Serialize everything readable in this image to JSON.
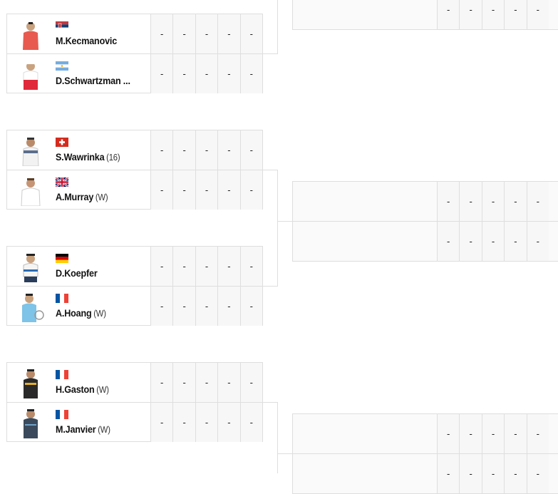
{
  "score_placeholder": "-",
  "matches": [
    {
      "players": [
        {
          "name": "M.Kecmanovic",
          "suffix": "",
          "flag": "serbia-flag",
          "scores": [
            "-",
            "-",
            "-",
            "-",
            "-"
          ]
        },
        {
          "name": "D.Schwartzman ...",
          "suffix": "",
          "flag": "argentina-flag",
          "scores": [
            "-",
            "-",
            "-",
            "-",
            "-"
          ]
        }
      ]
    },
    {
      "players": [
        {
          "name": "S.Wawrinka",
          "suffix": "(16)",
          "flag": "switzerland-flag",
          "scores": [
            "-",
            "-",
            "-",
            "-",
            "-"
          ]
        },
        {
          "name": "A.Murray",
          "suffix": "(W)",
          "flag": "great-britain-flag",
          "scores": [
            "-",
            "-",
            "-",
            "-",
            "-"
          ]
        }
      ]
    },
    {
      "players": [
        {
          "name": "D.Koepfer",
          "suffix": "",
          "flag": "germany-flag",
          "scores": [
            "-",
            "-",
            "-",
            "-",
            "-"
          ]
        },
        {
          "name": "A.Hoang",
          "suffix": "(W)",
          "flag": "france-flag",
          "scores": [
            "-",
            "-",
            "-",
            "-",
            "-"
          ]
        }
      ]
    },
    {
      "players": [
        {
          "name": "H.Gaston",
          "suffix": "(W)",
          "flag": "france-flag",
          "scores": [
            "-",
            "-",
            "-",
            "-",
            "-"
          ]
        },
        {
          "name": "M.Janvier",
          "suffix": "(W)",
          "flag": "france-flag",
          "scores": [
            "-",
            "-",
            "-",
            "-",
            "-"
          ]
        }
      ]
    }
  ],
  "next_round": [
    {
      "rows": [
        {
          "scores": [
            "-",
            "-",
            "-",
            "-",
            "-"
          ]
        }
      ]
    },
    {
      "rows": [
        {
          "scores": [
            "-",
            "-",
            "-",
            "-",
            "-"
          ]
        },
        {
          "scores": [
            "-",
            "-",
            "-",
            "-",
            "-"
          ]
        }
      ]
    },
    {
      "rows": [
        {
          "scores": [
            "-",
            "-",
            "-",
            "-",
            "-"
          ]
        },
        {
          "scores": [
            "-",
            "-",
            "-",
            "-",
            "-"
          ]
        }
      ]
    }
  ]
}
